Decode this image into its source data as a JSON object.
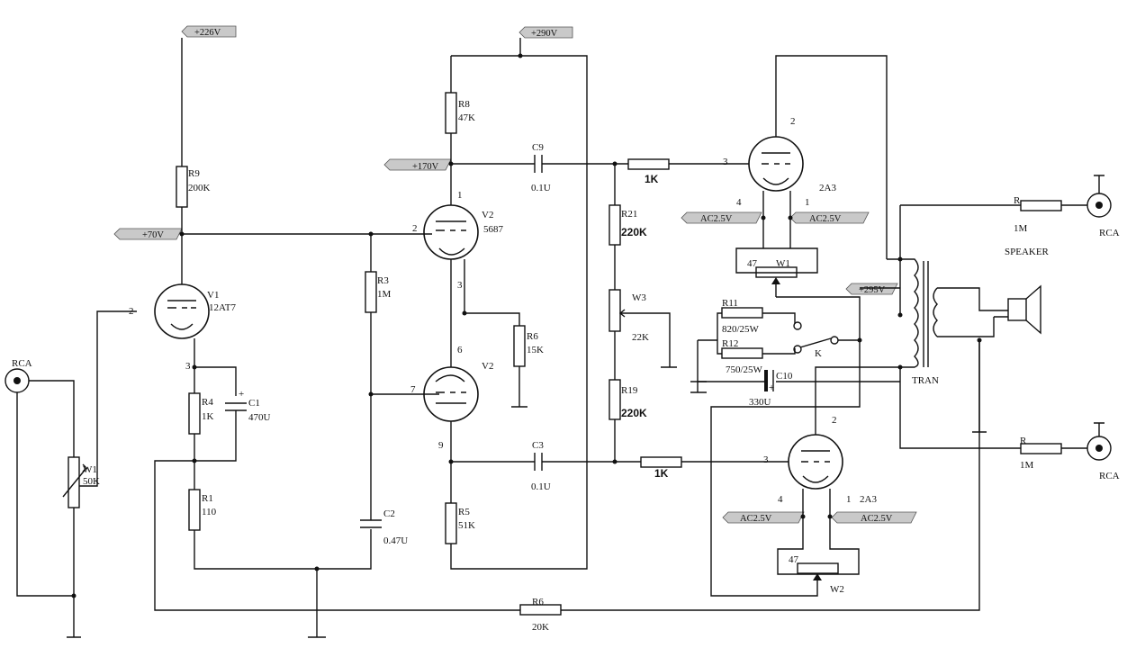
{
  "rails": {
    "v226": "+226V",
    "v290": "+290V",
    "v170": "+170V",
    "v70": "+70V",
    "v295": "+295V",
    "ac_1": "AC2.5V",
    "ac_2": "AC2.5V",
    "ac_3": "AC2.5V",
    "ac_4": "AC2.5V"
  },
  "tubes": {
    "v1": {
      "ref": "V1",
      "type": "12AT7",
      "pin_grid": "2",
      "pin_cathode": "3"
    },
    "v2a": {
      "ref": "V2",
      "type": "5687",
      "pin_plate": "1",
      "pin_grid": "2",
      "pin_cathode": "3"
    },
    "v2b": {
      "ref": "V2",
      "pin_plate": "9",
      "pin_grid": "7",
      "pin_cathode": "6"
    },
    "t1": {
      "type": "2A3",
      "pin_plate": "2",
      "pin_grid": "3",
      "pin_f1": "4",
      "pin_f2": "1"
    },
    "t2": {
      "type": "2A3",
      "pin_plate": "2",
      "pin_grid": "3",
      "pin_f1": "4",
      "pin_f2": "1"
    }
  },
  "resistors": {
    "r9": {
      "ref": "R9",
      "val": "200K"
    },
    "r8": {
      "ref": "R8",
      "val": "47K"
    },
    "r3": {
      "ref": "R3",
      "val": "1M"
    },
    "r4": {
      "ref": "R4",
      "val": "1K"
    },
    "r1": {
      "ref": "R1",
      "val": "110"
    },
    "r6a": {
      "ref": "R6",
      "val": "15K"
    },
    "r5": {
      "ref": "R5",
      "val": "51K"
    },
    "r21": {
      "ref": "R21",
      "val": "220K"
    },
    "r19": {
      "ref": "R19",
      "val": "220K"
    },
    "rg1": {
      "val": "1K"
    },
    "rg2": {
      "val": "1K"
    },
    "r11": {
      "ref": "R11",
      "val": "820/25W"
    },
    "r12": {
      "ref": "R12",
      "val": "750/25W"
    },
    "r6b": {
      "ref": "R6",
      "val": "20K"
    },
    "rout1": {
      "ref": "R",
      "val": "1M"
    },
    "rout2": {
      "ref": "R",
      "val": "1M"
    }
  },
  "capacitors": {
    "c1": {
      "ref": "C1",
      "val": "470U"
    },
    "c2": {
      "ref": "C2",
      "val": "0.47U"
    },
    "c9": {
      "ref": "C9",
      "val": "0.1U"
    },
    "c3": {
      "ref": "C3",
      "val": "0.1U"
    },
    "c10": {
      "ref": "C10",
      "val": "330U"
    }
  },
  "pots": {
    "w1_in": {
      "ref": "W1",
      "val": "50K"
    },
    "w3": {
      "ref": "W3",
      "val": "22K"
    },
    "w1_hum": {
      "ref": "W1",
      "val": "47"
    },
    "w2_hum": {
      "ref": "W2",
      "val": "47"
    }
  },
  "misc": {
    "rca_in": "RCA",
    "rca_out1": "RCA",
    "rca_out2": "RCA",
    "speaker": "SPEAKER",
    "tran": "TRAN",
    "switch": "K",
    "plus": "+"
  }
}
